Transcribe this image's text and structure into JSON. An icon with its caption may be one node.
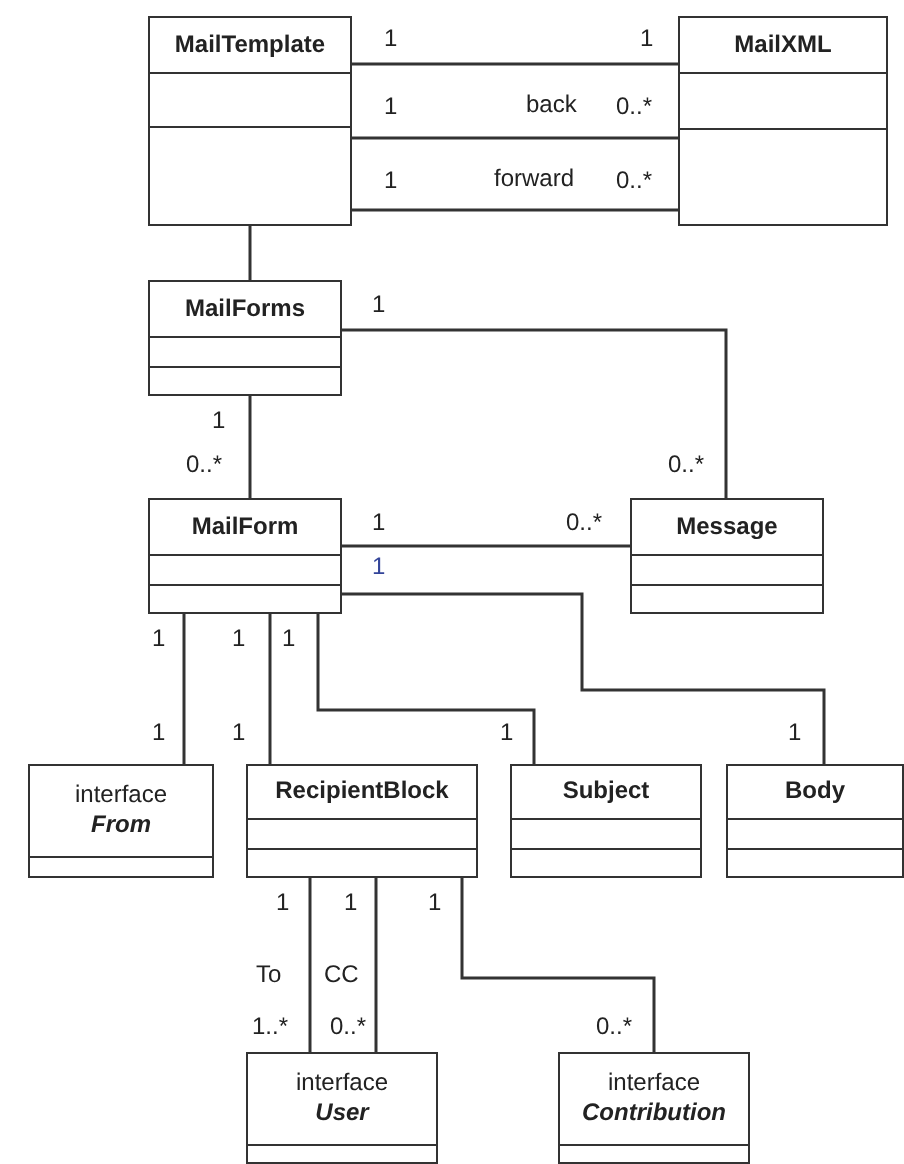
{
  "diagram": {
    "nodes": [
      {
        "text": [
          "MailTemplate"
        ]
      },
      {
        "text": [
          "MailXML"
        ]
      },
      {
        "text": [
          "MailForms"
        ]
      },
      {
        "text": [
          "MailForm"
        ]
      },
      {
        "text": [
          "Message"
        ]
      },
      {
        "text": [
          "interface",
          "From"
        ]
      },
      {
        "text": [
          "RecipientBlock"
        ]
      },
      {
        "text": [
          "Subject"
        ]
      },
      {
        "text": [
          "Body"
        ]
      },
      {
        "text": [
          "interface",
          "User"
        ]
      },
      {
        "text": [
          "interface",
          "Contribution"
        ]
      }
    ],
    "edges": [
      {
        "from": 0,
        "to": 1,
        "arrow": "none"
      },
      {
        "from": 0,
        "to": 1,
        "arrow": "none",
        "label": "back"
      },
      {
        "from": 0,
        "to": 1,
        "arrow": "none",
        "label": "forward"
      },
      {
        "from": 0,
        "to": 2,
        "arrow": "none"
      },
      {
        "from": 2,
        "to": 4,
        "arrow": "none"
      },
      {
        "from": 2,
        "to": 3,
        "arrow": "none"
      },
      {
        "from": 3,
        "to": 4,
        "arrow": "none"
      },
      {
        "from": 3,
        "to": 8,
        "arrow": "none"
      },
      {
        "from": 3,
        "to": 5,
        "arrow": "none"
      },
      {
        "from": 3,
        "to": 6,
        "arrow": "none"
      },
      {
        "from": 3,
        "to": 7,
        "arrow": "none"
      },
      {
        "from": 6,
        "to": 9,
        "arrow": "none",
        "label": "To"
      },
      {
        "from": 6,
        "to": 9,
        "arrow": "none",
        "label": "CC"
      },
      {
        "from": 6,
        "to": 10,
        "arrow": "none"
      }
    ],
    "labels": [
      "1",
      "1",
      "1",
      "0..*",
      "1",
      "0..*",
      "1",
      "1",
      "0..*",
      "0..*",
      "1",
      "0..*",
      "1",
      "1",
      "1",
      "1",
      "1",
      "1",
      "1",
      "1",
      "1",
      "1",
      "1",
      "1..*",
      "0..*",
      "0..*"
    ]
  }
}
